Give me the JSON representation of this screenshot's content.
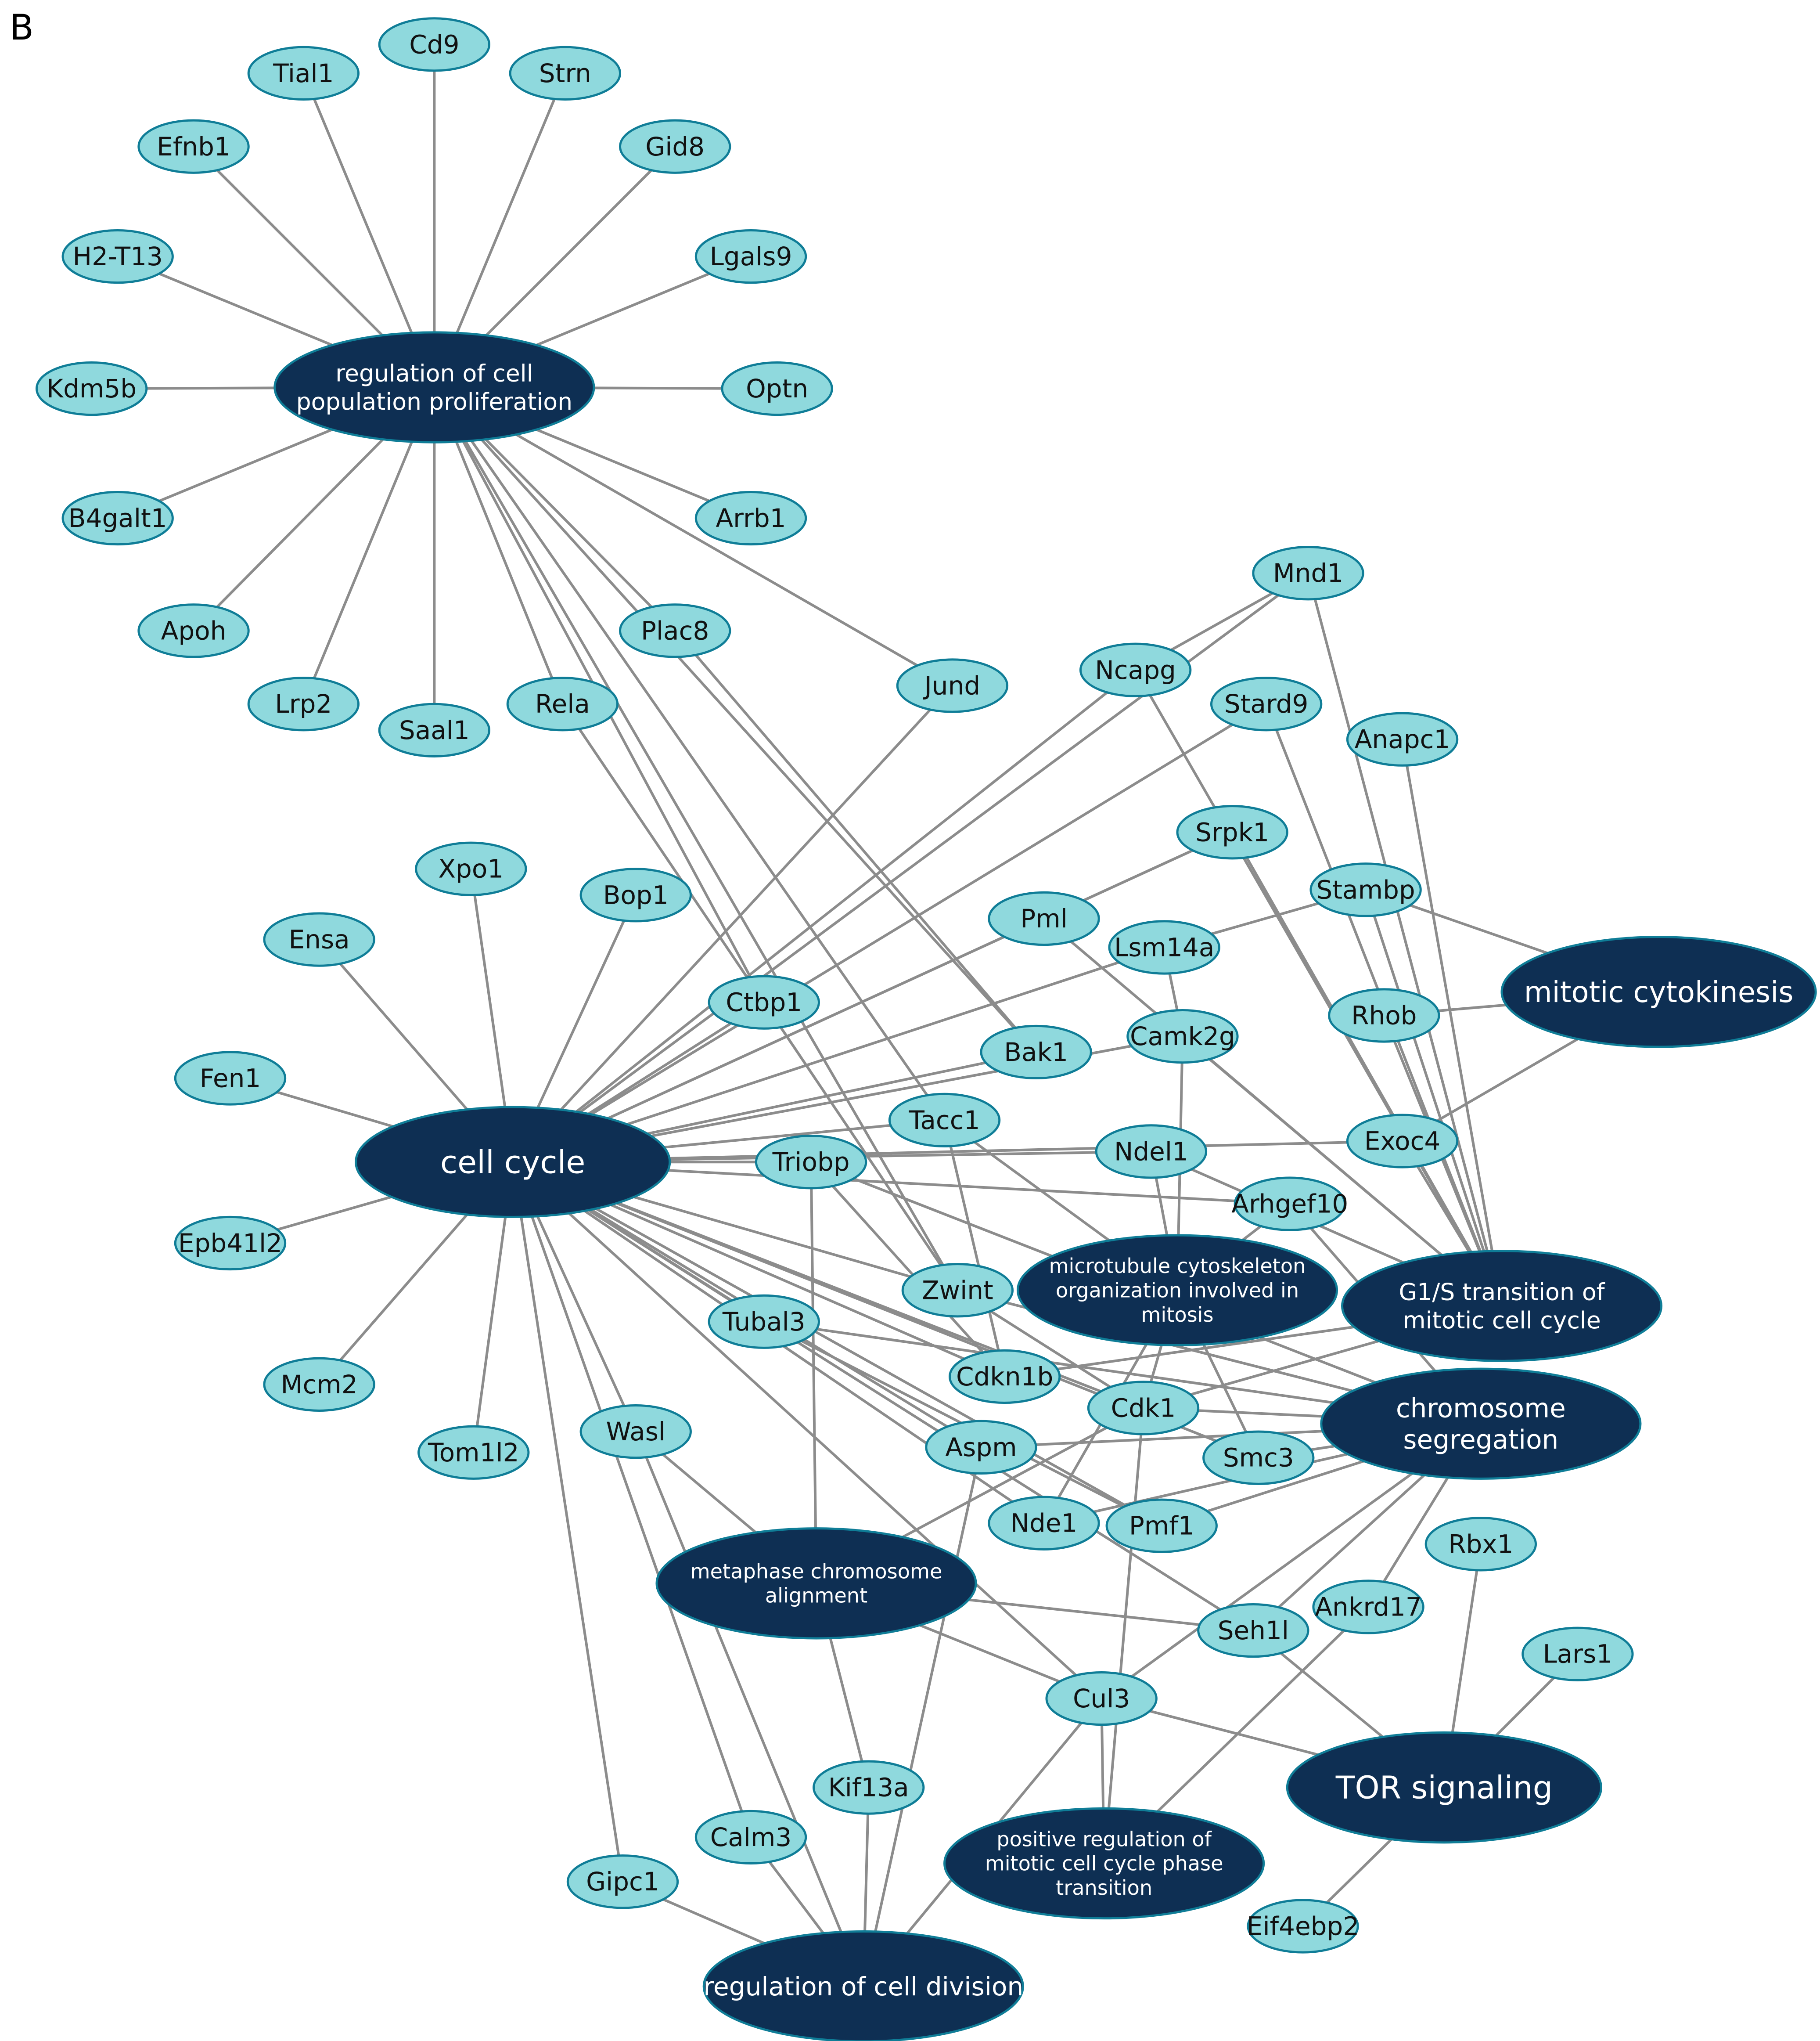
{
  "panel_label": "B",
  "colors": {
    "gene_fill": "#8fd9dd",
    "gene_stroke": "#0f7d97",
    "term_fill": "#0e2f53",
    "term_text": "#ffffff",
    "edge": "#8c8c8c"
  },
  "terms": [
    {
      "id": "prolif",
      "lines": [
        "regulation of cell",
        "population proliferation"
      ]
    },
    {
      "id": "cellcycle",
      "lines": [
        "cell cycle"
      ]
    },
    {
      "id": "mitcyto",
      "lines": [
        "mitotic cytokinesis"
      ]
    },
    {
      "id": "g1s",
      "lines": [
        "G1/S transition of",
        "mitotic cell cycle"
      ]
    },
    {
      "id": "microtub",
      "lines": [
        "microtubule cytoskeleton",
        "organization involved in",
        "mitosis"
      ]
    },
    {
      "id": "chromseg",
      "lines": [
        "chromosome",
        "segregation"
      ]
    },
    {
      "id": "metaphase",
      "lines": [
        "metaphase chromosome",
        "alignment"
      ]
    },
    {
      "id": "tor",
      "lines": [
        "TOR signaling"
      ]
    },
    {
      "id": "posreg",
      "lines": [
        "positive regulation of",
        "mitotic cell cycle phase",
        "transition"
      ]
    },
    {
      "id": "celldiv",
      "lines": [
        "regulation of cell division"
      ]
    }
  ],
  "genes": [
    "Cd9",
    "Tial1",
    "Strn",
    "Efnb1",
    "Gid8",
    "H2-T13",
    "Lgals9",
    "Kdm5b",
    "Optn",
    "B4galt1",
    "Arrb1",
    "Apoh",
    "Lrp2",
    "Saal1",
    "Rela",
    "Plac8",
    "Jund",
    "Mnd1",
    "Ncapg",
    "Stard9",
    "Anapc1",
    "Srpk1",
    "Stambp",
    "Pml",
    "Lsm14a",
    "Xpo1",
    "Bop1",
    "Ensa",
    "Ctbp1",
    "Bak1",
    "Camk2g",
    "Rhob",
    "Fen1",
    "Tacc1",
    "Ndel1",
    "Exoc4",
    "Triobp",
    "Arhgef10",
    "Epb41l2",
    "Zwint",
    "Tubal3",
    "Cdkn1b",
    "Cdk1",
    "Mcm2",
    "Tom1l2",
    "Wasl",
    "Aspm",
    "Smc3",
    "Nde1",
    "Pmf1",
    "Rbx1",
    "Seh1l",
    "Ankrd17",
    "Lars1",
    "Cul3",
    "Kif13a",
    "Calm3",
    "Gipc1",
    "Eif4ebp2"
  ],
  "edges": [
    [
      "prolif",
      "Cd9"
    ],
    [
      "prolif",
      "Tial1"
    ],
    [
      "prolif",
      "Strn"
    ],
    [
      "prolif",
      "Efnb1"
    ],
    [
      "prolif",
      "Gid8"
    ],
    [
      "prolif",
      "H2-T13"
    ],
    [
      "prolif",
      "Lgals9"
    ],
    [
      "prolif",
      "Kdm5b"
    ],
    [
      "prolif",
      "Optn"
    ],
    [
      "prolif",
      "B4galt1"
    ],
    [
      "prolif",
      "Arrb1"
    ],
    [
      "prolif",
      "Apoh"
    ],
    [
      "prolif",
      "Lrp2"
    ],
    [
      "prolif",
      "Saal1"
    ],
    [
      "prolif",
      "Rela"
    ],
    [
      "prolif",
      "Plac8"
    ],
    [
      "prolif",
      "Jund"
    ],
    [
      "prolif",
      "Ctbp1"
    ],
    [
      "prolif",
      "Bak1"
    ],
    [
      "prolif",
      "Tacc1"
    ],
    [
      "prolif",
      "Zwint"
    ],
    [
      "cellcycle",
      "Xpo1"
    ],
    [
      "cellcycle",
      "Bop1"
    ],
    [
      "cellcycle",
      "Ensa"
    ],
    [
      "cellcycle",
      "Fen1"
    ],
    [
      "cellcycle",
      "Epb41l2"
    ],
    [
      "cellcycle",
      "Mcm2"
    ],
    [
      "cellcycle",
      "Tom1l2"
    ],
    [
      "cellcycle",
      "Wasl"
    ],
    [
      "cellcycle",
      "Gipc1"
    ],
    [
      "cellcycle",
      "Calm3"
    ],
    [
      "cellcycle",
      "Jund"
    ],
    [
      "cellcycle",
      "Ncapg"
    ],
    [
      "cellcycle",
      "Mnd1"
    ],
    [
      "cellcycle",
      "Stard9"
    ],
    [
      "cellcycle",
      "Srpk1"
    ],
    [
      "cellcycle",
      "Pml"
    ],
    [
      "cellcycle",
      "Ctbp1"
    ],
    [
      "cellcycle",
      "Lsm14a"
    ],
    [
      "cellcycle",
      "Bak1"
    ],
    [
      "cellcycle",
      "Camk2g"
    ],
    [
      "cellcycle",
      "Tacc1"
    ],
    [
      "cellcycle",
      "Triobp"
    ],
    [
      "cellcycle",
      "Ndel1"
    ],
    [
      "cellcycle",
      "Exoc4"
    ],
    [
      "cellcycle",
      "Arhgef10"
    ],
    [
      "cellcycle",
      "Zwint"
    ],
    [
      "cellcycle",
      "Tubal3"
    ],
    [
      "cellcycle",
      "Cdkn1b"
    ],
    [
      "cellcycle",
      "Cdk1"
    ],
    [
      "cellcycle",
      "Aspm"
    ],
    [
      "cellcycle",
      "Nde1"
    ],
    [
      "cellcycle",
      "Pmf1"
    ],
    [
      "cellcycle",
      "Seh1l"
    ],
    [
      "cellcycle",
      "Cul3"
    ],
    [
      "cellcycle",
      "Smc3"
    ],
    [
      "mitcyto",
      "Stambp"
    ],
    [
      "mitcyto",
      "Rhob"
    ],
    [
      "mitcyto",
      "Exoc4"
    ],
    [
      "g1s",
      "Mnd1"
    ],
    [
      "g1s",
      "Ncapg"
    ],
    [
      "g1s",
      "Stard9"
    ],
    [
      "g1s",
      "Anapc1"
    ],
    [
      "g1s",
      "Srpk1"
    ],
    [
      "g1s",
      "Stambp"
    ],
    [
      "g1s",
      "Pml"
    ],
    [
      "g1s",
      "Rhob"
    ],
    [
      "g1s",
      "Exoc4"
    ],
    [
      "g1s",
      "Camk2g"
    ],
    [
      "g1s",
      "Cdkn1b"
    ],
    [
      "g1s",
      "Cdk1"
    ],
    [
      "g1s",
      "Ndel1"
    ],
    [
      "microtub",
      "Ndel1"
    ],
    [
      "microtub",
      "Arhgef10"
    ],
    [
      "microtub",
      "Tacc1"
    ],
    [
      "microtub",
      "Cdk1"
    ],
    [
      "microtub",
      "Smc3"
    ],
    [
      "microtub",
      "Nde1"
    ],
    [
      "microtub",
      "Camk2g"
    ],
    [
      "chromseg",
      "Zwint"
    ],
    [
      "chromseg",
      "Tubal3"
    ],
    [
      "chromseg",
      "Cdk1"
    ],
    [
      "chromseg",
      "Aspm"
    ],
    [
      "chromseg",
      "Smc3"
    ],
    [
      "chromseg",
      "Nde1"
    ],
    [
      "chromseg",
      "Pmf1"
    ],
    [
      "chromseg",
      "Seh1l"
    ],
    [
      "chromseg",
      "Ankrd17"
    ],
    [
      "chromseg",
      "Cul3"
    ],
    [
      "chromseg",
      "Triobp"
    ],
    [
      "chromseg",
      "Arhgef10"
    ],
    [
      "metaphase",
      "Wasl"
    ],
    [
      "metaphase",
      "Kif13a"
    ],
    [
      "metaphase",
      "Seh1l"
    ],
    [
      "metaphase",
      "Cdk1"
    ],
    [
      "metaphase",
      "Triobp"
    ],
    [
      "metaphase",
      "Cul3"
    ],
    [
      "tor",
      "Rbx1"
    ],
    [
      "tor",
      "Lars1"
    ],
    [
      "tor",
      "Eif4ebp2"
    ],
    [
      "tor",
      "Cul3"
    ],
    [
      "tor",
      "Seh1l"
    ],
    [
      "posreg",
      "Cul3"
    ],
    [
      "posreg",
      "Ankrd17"
    ],
    [
      "posreg",
      "Cdk1"
    ],
    [
      "celldiv",
      "Gipc1"
    ],
    [
      "celldiv",
      "Calm3"
    ],
    [
      "celldiv",
      "Kif13a"
    ],
    [
      "celldiv",
      "Aspm"
    ],
    [
      "celldiv",
      "Cul3"
    ],
    [
      "celldiv",
      "Wasl"
    ],
    [
      "Ncapg",
      "Mnd1"
    ],
    [
      "Lsm14a",
      "Stambp"
    ],
    [
      "Lsm14a",
      "Camk2g"
    ],
    [
      "Pml",
      "Srpk1"
    ],
    [
      "Ctbp1",
      "Zwint"
    ],
    [
      "Rela",
      "Ctbp1"
    ],
    [
      "Plac8",
      "Bak1"
    ],
    [
      "Tubal3",
      "Pmf1"
    ],
    [
      "Triobp",
      "Cdkn1b"
    ],
    [
      "Tacc1",
      "Cdkn1b"
    ],
    [
      "Zwint",
      "Cdk1"
    ],
    [
      "Aspm",
      "Chrom"
    ]
  ]
}
